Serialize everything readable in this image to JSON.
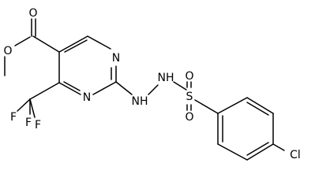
{
  "diagram": {
    "type": "skeletal-structure",
    "line_color": "#000000",
    "background": "#ffffff",
    "atoms": {
      "o_carbonyl": "O",
      "o_ester": "O",
      "n_ring_top": "N",
      "n_ring_bottom": "N",
      "nh_1": "NH",
      "nh_2": "NH",
      "sulfur": "S",
      "o_sulfonyl_top": "O",
      "o_sulfonyl_bottom": "O",
      "fluorine_1": "F",
      "fluorine_2": "F",
      "fluorine_3": "F",
      "chlorine": "Cl"
    }
  }
}
